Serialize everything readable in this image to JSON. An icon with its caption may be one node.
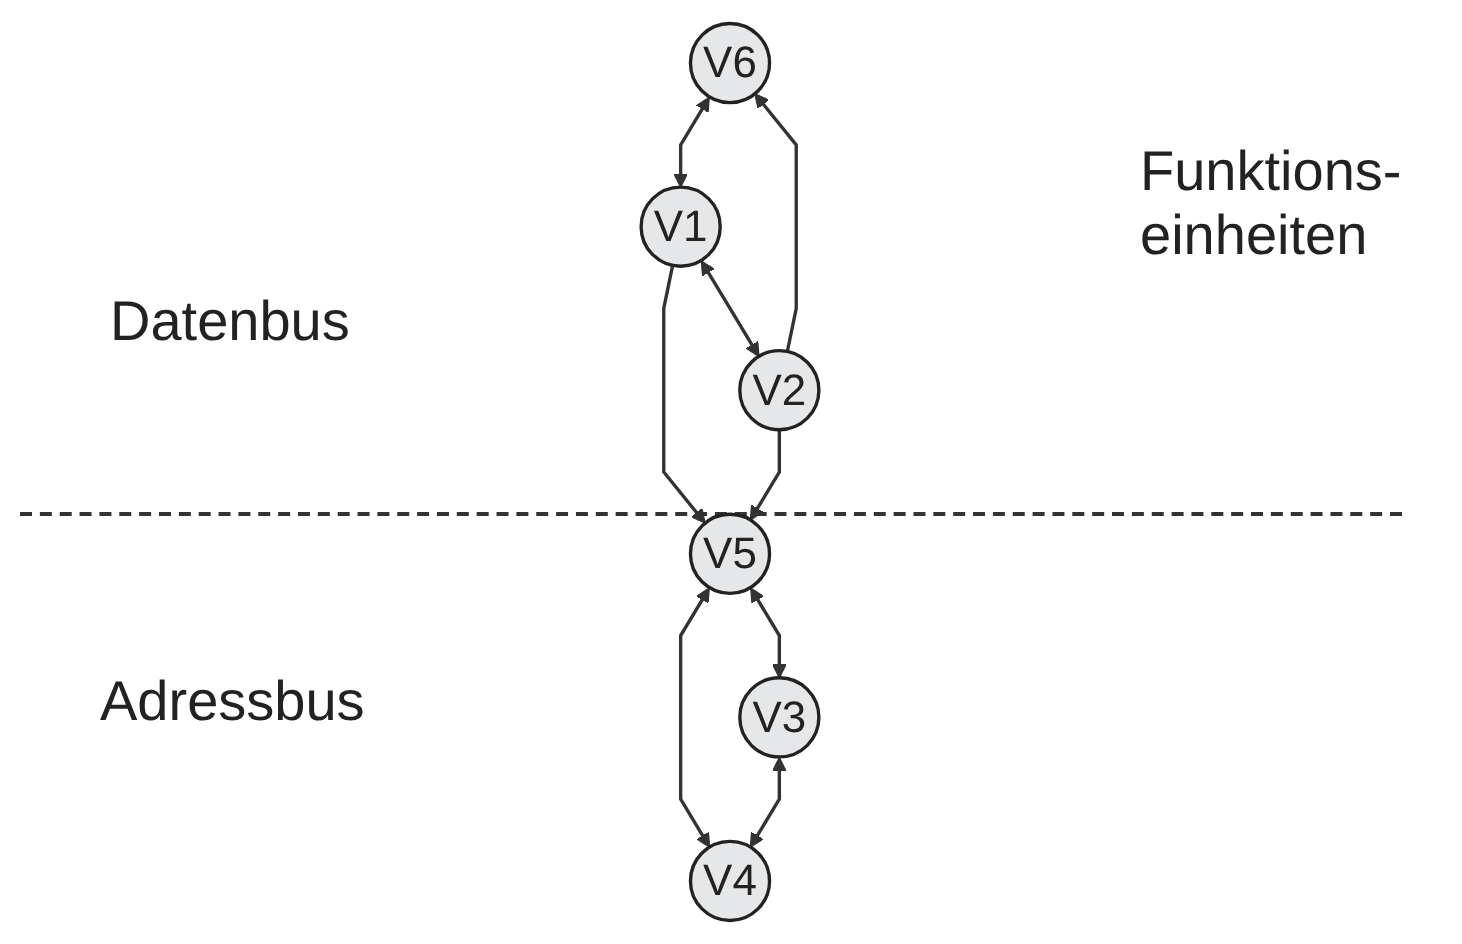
{
  "diagram": {
    "nodes": [
      {
        "text": [
          "V6"
        ]
      },
      {
        "text": [
          "V1"
        ]
      },
      {
        "text": [
          "V2"
        ]
      },
      {
        "text": [
          "V5"
        ]
      },
      {
        "text": [
          "V3"
        ]
      },
      {
        "text": [
          "V4"
        ]
      }
    ],
    "edges": [
      {
        "from": 0,
        "to": 1,
        "arrow": "both"
      },
      {
        "from": 2,
        "to": 0,
        "arrow": "to"
      },
      {
        "from": 1,
        "to": 2,
        "arrow": "both"
      },
      {
        "from": 1,
        "to": 3,
        "arrow": "to"
      },
      {
        "from": 2,
        "to": 3,
        "arrow": "to"
      },
      {
        "from": 3,
        "to": 4,
        "arrow": "both"
      },
      {
        "from": 3,
        "to": 5,
        "arrow": "both"
      },
      {
        "from": 4,
        "to": 5,
        "arrow": "both"
      }
    ],
    "labels": [
      "Funktions- einheiten",
      "Datenbus",
      "Adressbus"
    ]
  }
}
